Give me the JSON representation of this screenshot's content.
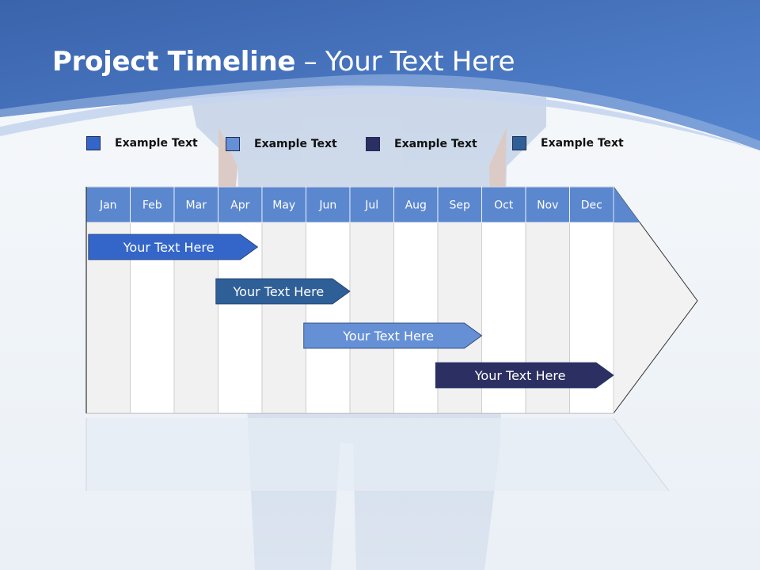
{
  "title": {
    "bold": "Project Timeline",
    "rest": " – Your Text Here"
  },
  "colors": {
    "header": "#4a78c4",
    "header_dark": "#3a64ac",
    "month_header": "#5b87cf",
    "col_shade": "#f1f1f1",
    "col_white": "#ffffff",
    "grid_line": "#c8c8c8",
    "outline": "#333333"
  },
  "legend": [
    {
      "label": "Example Text",
      "color": "#3466c9"
    },
    {
      "label": "Example Text",
      "color": "#6590d6"
    },
    {
      "label": "Example Text",
      "color": "#2c2f62"
    },
    {
      "label": "Example Text",
      "color": "#2e5f97"
    }
  ],
  "timeline": {
    "months": [
      "Jan",
      "Feb",
      "Mar",
      "Apr",
      "May",
      "Jun",
      "Jul",
      "Aug",
      "Sep",
      "Oct",
      "Nov",
      "Dec"
    ],
    "tasks": [
      {
        "label": "Your  Text Here",
        "start": 0.05,
        "end": 3.9,
        "color": "#3466c9"
      },
      {
        "label": "Your  Text Here",
        "start": 2.95,
        "end": 6.0,
        "color": "#2e5f97"
      },
      {
        "label": "Your  Text Here",
        "start": 4.95,
        "end": 9.0,
        "color": "#6590d6"
      },
      {
        "label": "Your  Text Here",
        "start": 7.95,
        "end": 12.0,
        "color": "#2c2f62"
      }
    ]
  }
}
